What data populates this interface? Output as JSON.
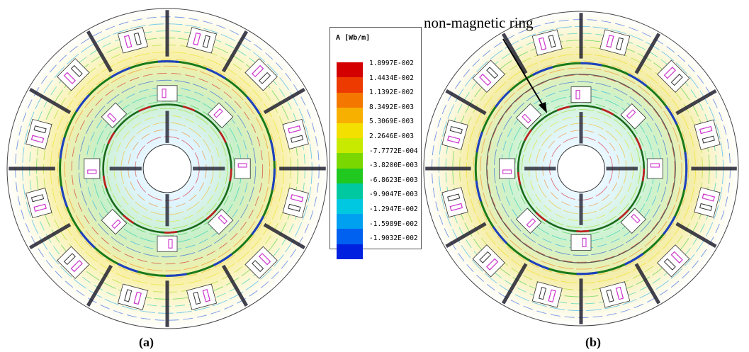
{
  "legend": {
    "title": "A [Wb/m]",
    "colors": [
      "#d40000",
      "#ec3a00",
      "#f47800",
      "#f8b000",
      "#f4e000",
      "#c8ea00",
      "#7ad800",
      "#20c820",
      "#00c8a0",
      "#00c8e0",
      "#00a0f0",
      "#0060f0",
      "#0020e0"
    ],
    "labels": [
      "1.8997E-002",
      "1.4434E-002",
      "1.1392E-002",
      "8.3492E-003",
      "5.3069E-003",
      "2.2646E-003",
      "-7.7772E-004",
      "-3.8200E-003",
      "-6.8623E-003",
      "-9.9047E-003",
      "-1.2947E-002",
      "-1.5989E-002",
      "-1.9032E-002"
    ]
  },
  "annotation": {
    "text": "non-magnetic ring"
  },
  "panels": [
    {
      "label": "(a)"
    },
    {
      "label": "(b)"
    }
  ]
}
